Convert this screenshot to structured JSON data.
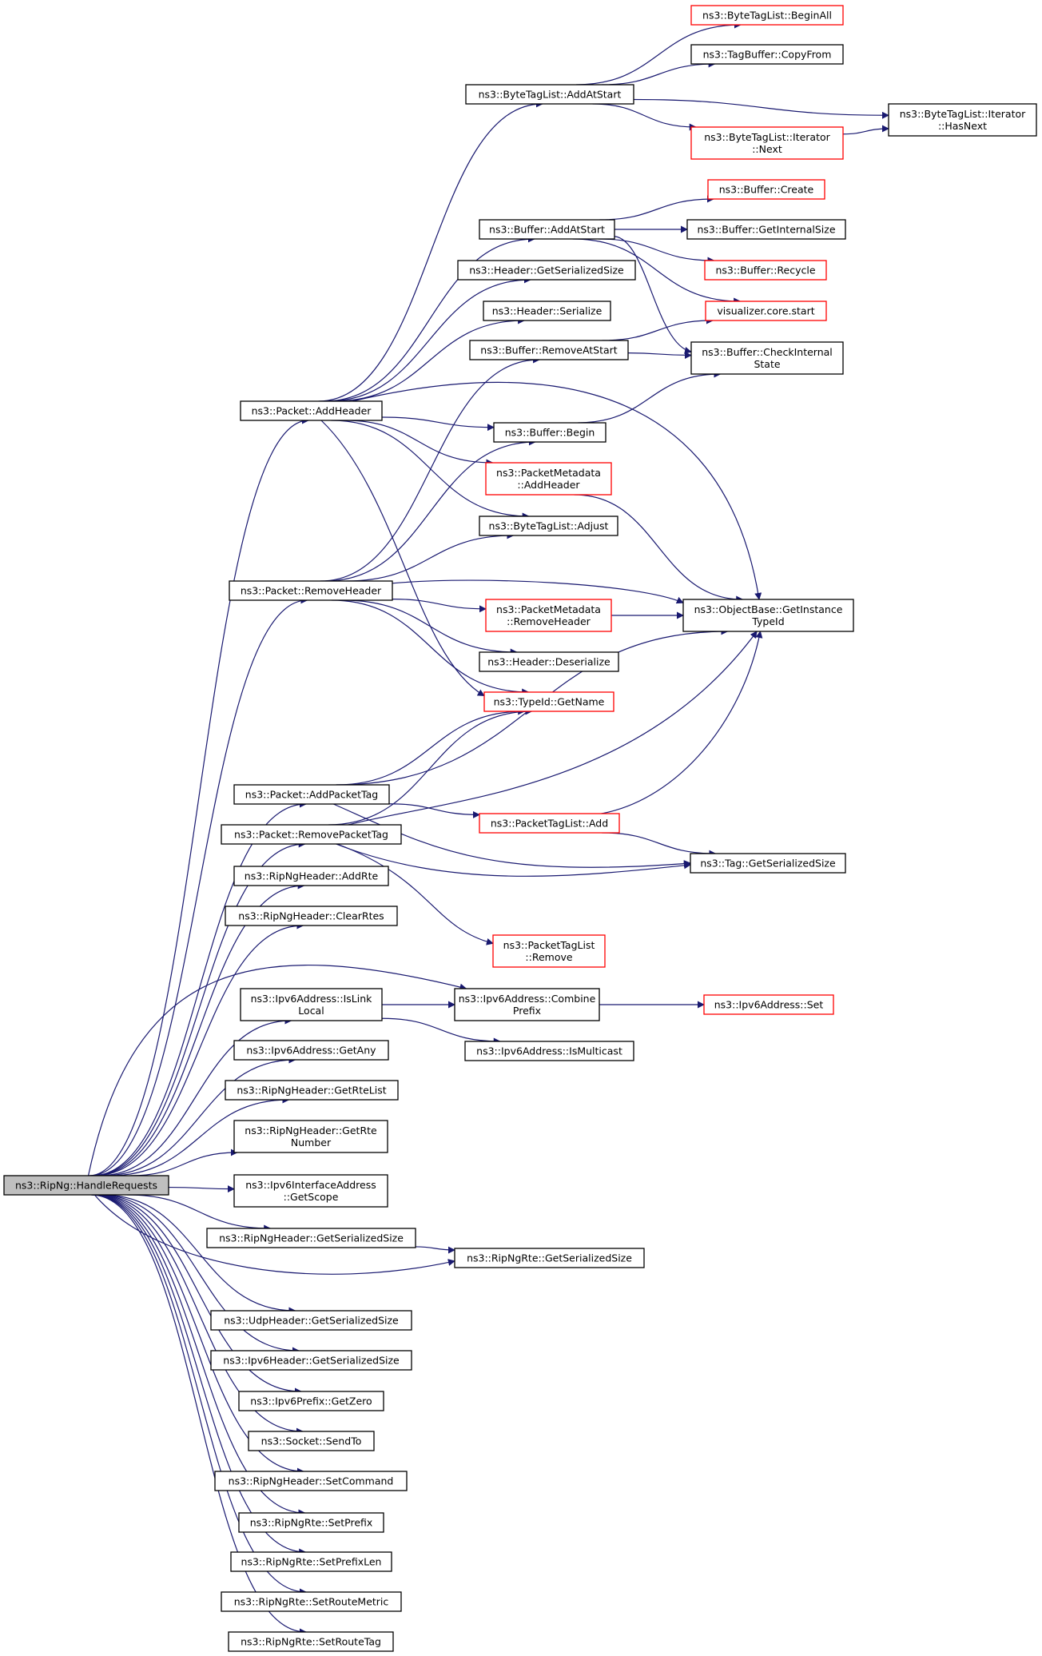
{
  "colors": {
    "edge": "#191970",
    "node_border_default": "#000000",
    "node_border_truncated": "#ff0000",
    "root_fill": "#bfbfbf",
    "node_fill": "#ffffff"
  },
  "nodes": [
    {
      "id": "root",
      "lines": [
        "ns3::RipNg::HandleRequests"
      ],
      "variant": "root"
    },
    {
      "id": "bytetag_beginall",
      "lines": [
        "ns3::ByteTagList::BeginAll"
      ],
      "variant": "truncated"
    },
    {
      "id": "tagbuffer_copyfrom",
      "lines": [
        "ns3::TagBuffer::CopyFrom"
      ],
      "variant": "normal"
    },
    {
      "id": "bytetag_addatstart",
      "lines": [
        "ns3::ByteTagList::AddAtStart"
      ],
      "variant": "normal"
    },
    {
      "id": "bytetag_iter_hasnext",
      "lines": [
        "ns3::ByteTagList::Iterator",
        "::HasNext"
      ],
      "variant": "normal"
    },
    {
      "id": "bytetag_iter_next",
      "lines": [
        "ns3::ByteTagList::Iterator",
        "::Next"
      ],
      "variant": "truncated"
    },
    {
      "id": "buffer_create",
      "lines": [
        "ns3::Buffer::Create"
      ],
      "variant": "truncated"
    },
    {
      "id": "buffer_addatstart",
      "lines": [
        "ns3::Buffer::AddAtStart"
      ],
      "variant": "normal"
    },
    {
      "id": "buffer_getinternalsize",
      "lines": [
        "ns3::Buffer::GetInternalSize"
      ],
      "variant": "normal"
    },
    {
      "id": "header_getserializedsize",
      "lines": [
        "ns3::Header::GetSerializedSize"
      ],
      "variant": "normal"
    },
    {
      "id": "buffer_recycle",
      "lines": [
        "ns3::Buffer::Recycle"
      ],
      "variant": "truncated"
    },
    {
      "id": "header_serialize",
      "lines": [
        "ns3::Header::Serialize"
      ],
      "variant": "normal"
    },
    {
      "id": "visualizer_start",
      "lines": [
        "visualizer.core.start"
      ],
      "variant": "truncated"
    },
    {
      "id": "buffer_removeatstart",
      "lines": [
        "ns3::Buffer::RemoveAtStart"
      ],
      "variant": "normal"
    },
    {
      "id": "buffer_checkinternalstate",
      "lines": [
        "ns3::Buffer::CheckInternal",
        "State"
      ],
      "variant": "normal"
    },
    {
      "id": "packet_addheader",
      "lines": [
        "ns3::Packet::AddHeader"
      ],
      "variant": "normal"
    },
    {
      "id": "buffer_begin",
      "lines": [
        "ns3::Buffer::Begin"
      ],
      "variant": "normal"
    },
    {
      "id": "pktmeta_addheader",
      "lines": [
        "ns3::PacketMetadata",
        "::AddHeader"
      ],
      "variant": "truncated"
    },
    {
      "id": "bytetag_adjust",
      "lines": [
        "ns3::ByteTagList::Adjust"
      ],
      "variant": "normal"
    },
    {
      "id": "packet_removeheader",
      "lines": [
        "ns3::Packet::RemoveHeader"
      ],
      "variant": "normal"
    },
    {
      "id": "pktmeta_removeheader",
      "lines": [
        "ns3::PacketMetadata",
        "::RemoveHeader"
      ],
      "variant": "truncated"
    },
    {
      "id": "objectbase_getinstancetypeid",
      "lines": [
        "ns3::ObjectBase::GetInstance",
        "TypeId"
      ],
      "variant": "normal"
    },
    {
      "id": "header_deserialize",
      "lines": [
        "ns3::Header::Deserialize"
      ],
      "variant": "normal"
    },
    {
      "id": "typeid_getname",
      "lines": [
        "ns3::TypeId::GetName"
      ],
      "variant": "truncated"
    },
    {
      "id": "packet_addpackettag",
      "lines": [
        "ns3::Packet::AddPacketTag"
      ],
      "variant": "normal"
    },
    {
      "id": "packettaglist_add",
      "lines": [
        "ns3::PacketTagList::Add"
      ],
      "variant": "truncated"
    },
    {
      "id": "packet_removepackettag",
      "lines": [
        "ns3::Packet::RemovePacketTag"
      ],
      "variant": "normal"
    },
    {
      "id": "tag_getserializedsize",
      "lines": [
        "ns3::Tag::GetSerializedSize"
      ],
      "variant": "normal"
    },
    {
      "id": "ripngheader_addrte",
      "lines": [
        "ns3::RipNgHeader::AddRte"
      ],
      "variant": "normal"
    },
    {
      "id": "ripngheader_clearrtes",
      "lines": [
        "ns3::RipNgHeader::ClearRtes"
      ],
      "variant": "normal"
    },
    {
      "id": "packettaglist_remove",
      "lines": [
        "ns3::PacketTagList",
        "::Remove"
      ],
      "variant": "truncated"
    },
    {
      "id": "ipv6addr_islinklocal",
      "lines": [
        "ns3::Ipv6Address::IsLink",
        "Local"
      ],
      "variant": "normal"
    },
    {
      "id": "ipv6addr_combineprefix",
      "lines": [
        "ns3::Ipv6Address::Combine",
        "Prefix"
      ],
      "variant": "normal"
    },
    {
      "id": "ipv6addr_set",
      "lines": [
        "ns3::Ipv6Address::Set"
      ],
      "variant": "truncated"
    },
    {
      "id": "ipv6addr_getany",
      "lines": [
        "ns3::Ipv6Address::GetAny"
      ],
      "variant": "normal"
    },
    {
      "id": "ipv6addr_ismulticast",
      "lines": [
        "ns3::Ipv6Address::IsMulticast"
      ],
      "variant": "normal"
    },
    {
      "id": "ripngheader_getrtelist",
      "lines": [
        "ns3::RipNgHeader::GetRteList"
      ],
      "variant": "normal"
    },
    {
      "id": "ripngheader_getrtenumber",
      "lines": [
        "ns3::RipNgHeader::GetRte",
        "Number"
      ],
      "variant": "normal"
    },
    {
      "id": "ipv6ifaddr_getscope",
      "lines": [
        "ns3::Ipv6InterfaceAddress",
        "::GetScope"
      ],
      "variant": "normal"
    },
    {
      "id": "ripngheader_getserializedsize",
      "lines": [
        "ns3::RipNgHeader::GetSerializedSize"
      ],
      "variant": "normal"
    },
    {
      "id": "ripngrte_getserializedsize",
      "lines": [
        "ns3::RipNgRte::GetSerializedSize"
      ],
      "variant": "normal"
    },
    {
      "id": "udpheader_getserializedsize",
      "lines": [
        "ns3::UdpHeader::GetSerializedSize"
      ],
      "variant": "normal"
    },
    {
      "id": "ipv6header_getserializedsize",
      "lines": [
        "ns3::Ipv6Header::GetSerializedSize"
      ],
      "variant": "normal"
    },
    {
      "id": "ipv6prefix_getzero",
      "lines": [
        "ns3::Ipv6Prefix::GetZero"
      ],
      "variant": "normal"
    },
    {
      "id": "socket_sendto",
      "lines": [
        "ns3::Socket::SendTo"
      ],
      "variant": "normal"
    },
    {
      "id": "ripngheader_setcommand",
      "lines": [
        "ns3::RipNgHeader::SetCommand"
      ],
      "variant": "normal"
    },
    {
      "id": "ripngrte_setprefix",
      "lines": [
        "ns3::RipNgRte::SetPrefix"
      ],
      "variant": "normal"
    },
    {
      "id": "ripngrte_setprefixlen",
      "lines": [
        "ns3::RipNgRte::SetPrefixLen"
      ],
      "variant": "normal"
    },
    {
      "id": "ripngrte_setroutemetric",
      "lines": [
        "ns3::RipNgRte::SetRouteMetric"
      ],
      "variant": "normal"
    },
    {
      "id": "ripngrte_setroutetag",
      "lines": [
        "ns3::RipNgRte::SetRouteTag"
      ],
      "variant": "normal"
    }
  ],
  "edges": [
    [
      "root",
      "packet_addheader"
    ],
    [
      "root",
      "packet_removeheader"
    ],
    [
      "root",
      "packet_addpackettag"
    ],
    [
      "root",
      "packet_removepackettag"
    ],
    [
      "root",
      "ripngheader_addrte"
    ],
    [
      "root",
      "ripngheader_clearrtes"
    ],
    [
      "root",
      "ipv6addr_combineprefix"
    ],
    [
      "root",
      "ipv6addr_islinklocal"
    ],
    [
      "root",
      "ipv6addr_getany"
    ],
    [
      "root",
      "ripngheader_getrtelist"
    ],
    [
      "root",
      "ripngheader_getrtenumber"
    ],
    [
      "root",
      "ipv6ifaddr_getscope"
    ],
    [
      "root",
      "ripngheader_getserializedsize"
    ],
    [
      "root",
      "ripngrte_getserializedsize"
    ],
    [
      "root",
      "udpheader_getserializedsize"
    ],
    [
      "root",
      "ipv6header_getserializedsize"
    ],
    [
      "root",
      "ipv6prefix_getzero"
    ],
    [
      "root",
      "socket_sendto"
    ],
    [
      "root",
      "ripngheader_setcommand"
    ],
    [
      "root",
      "ripngrte_setprefix"
    ],
    [
      "root",
      "ripngrte_setprefixlen"
    ],
    [
      "root",
      "ripngrte_setroutemetric"
    ],
    [
      "root",
      "ripngrte_setroutetag"
    ],
    [
      "packet_addheader",
      "bytetag_addatstart"
    ],
    [
      "packet_addheader",
      "buffer_addatstart"
    ],
    [
      "packet_addheader",
      "header_getserializedsize"
    ],
    [
      "packet_addheader",
      "header_serialize"
    ],
    [
      "packet_addheader",
      "buffer_begin"
    ],
    [
      "packet_addheader",
      "pktmeta_addheader"
    ],
    [
      "packet_addheader",
      "bytetag_adjust"
    ],
    [
      "packet_addheader",
      "objectbase_getinstancetypeid"
    ],
    [
      "packet_addheader",
      "typeid_getname"
    ],
    [
      "bytetag_addatstart",
      "bytetag_beginall"
    ],
    [
      "bytetag_addatstart",
      "tagbuffer_copyfrom"
    ],
    [
      "bytetag_addatstart",
      "bytetag_iter_hasnext"
    ],
    [
      "bytetag_addatstart",
      "bytetag_iter_next"
    ],
    [
      "bytetag_iter_next",
      "bytetag_iter_hasnext"
    ],
    [
      "buffer_addatstart",
      "buffer_create"
    ],
    [
      "buffer_addatstart",
      "buffer_getinternalsize"
    ],
    [
      "buffer_addatstart",
      "buffer_recycle"
    ],
    [
      "buffer_addatstart",
      "visualizer_start"
    ],
    [
      "buffer_addatstart",
      "buffer_checkinternalstate"
    ],
    [
      "buffer_removeatstart",
      "visualizer_start"
    ],
    [
      "buffer_removeatstart",
      "buffer_checkinternalstate"
    ],
    [
      "buffer_begin",
      "buffer_checkinternalstate"
    ],
    [
      "pktmeta_addheader",
      "objectbase_getinstancetypeid"
    ],
    [
      "packet_removeheader",
      "buffer_removeatstart"
    ],
    [
      "packet_removeheader",
      "buffer_begin"
    ],
    [
      "packet_removeheader",
      "bytetag_adjust"
    ],
    [
      "packet_removeheader",
      "objectbase_getinstancetypeid"
    ],
    [
      "packet_removeheader",
      "pktmeta_removeheader"
    ],
    [
      "packet_removeheader",
      "header_deserialize"
    ],
    [
      "packet_removeheader",
      "typeid_getname"
    ],
    [
      "pktmeta_removeheader",
      "objectbase_getinstancetypeid"
    ],
    [
      "packet_addpackettag",
      "typeid_getname"
    ],
    [
      "packet_addpackettag",
      "objectbase_getinstancetypeid"
    ],
    [
      "packet_addpackettag",
      "packettaglist_add"
    ],
    [
      "packet_addpackettag",
      "tag_getserializedsize"
    ],
    [
      "packet_removepackettag",
      "typeid_getname"
    ],
    [
      "packet_removepackettag",
      "objectbase_getinstancetypeid"
    ],
    [
      "packet_removepackettag",
      "tag_getserializedsize"
    ],
    [
      "packet_removepackettag",
      "packettaglist_remove"
    ],
    [
      "packettaglist_add",
      "objectbase_getinstancetypeid"
    ],
    [
      "packettaglist_add",
      "tag_getserializedsize"
    ],
    [
      "ipv6addr_islinklocal",
      "ipv6addr_combineprefix"
    ],
    [
      "ipv6addr_islinklocal",
      "ipv6addr_ismulticast"
    ],
    [
      "ipv6addr_combineprefix",
      "ipv6addr_set"
    ],
    [
      "ripngheader_getserializedsize",
      "ripngrte_getserializedsize"
    ]
  ]
}
